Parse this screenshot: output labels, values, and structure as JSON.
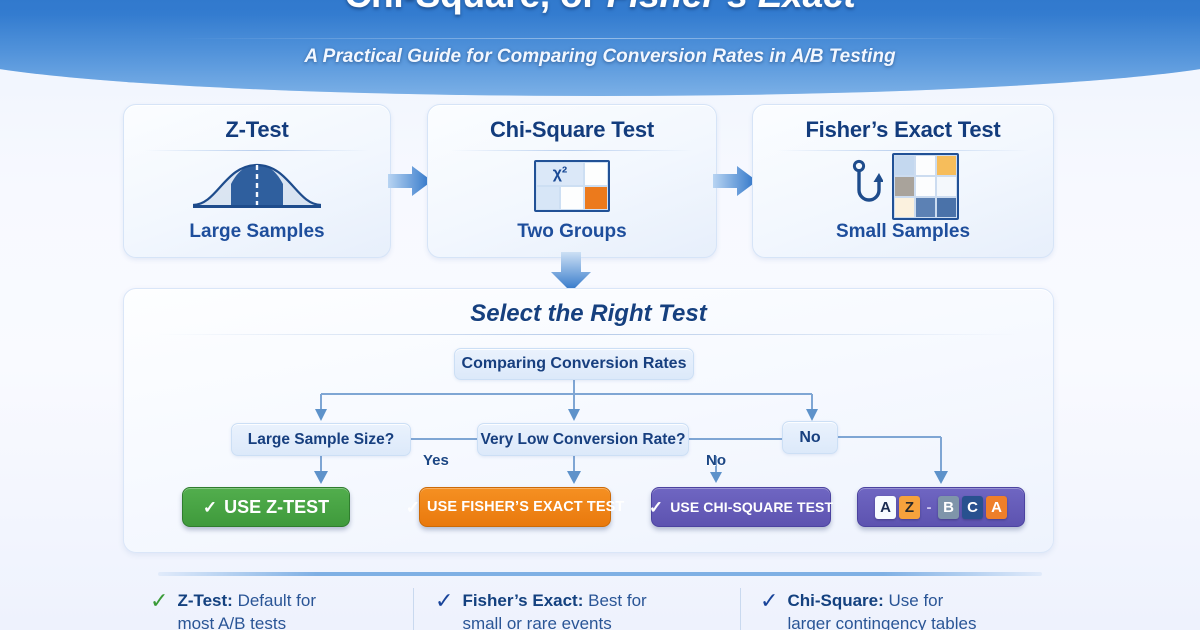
{
  "header": {
    "title_main": "Chi-Square, or ",
    "title_em": "Fisher’s Exact",
    "subtitle": "A Practical Guide for Comparing Conversion Rates in A/B Testing",
    "bg_color": "#2a72c9"
  },
  "cards": [
    {
      "title": "Z-Test",
      "label": "Large Samples",
      "icon": "bell-curve-icon"
    },
    {
      "title": "Chi-Square Test",
      "label": "Two Groups",
      "icon": "contingency-grid-icon",
      "symbol": "χ²"
    },
    {
      "title": "Fisher’s Exact Test",
      "label": "Small Samples",
      "icon": "fish-hook-grid-icon"
    }
  ],
  "flow": {
    "title": "Select the Right Test",
    "root": "Comparing Conversion Rates",
    "questions": [
      "Large Sample Size?",
      "Very Low Conversion Rate?",
      "No"
    ],
    "edge_labels": {
      "yes": "Yes",
      "no": "No"
    },
    "buttons": [
      {
        "check": "✓",
        "label": "USE Z-TEST",
        "color": "#3f9a3c"
      },
      {
        "check": "✓",
        "label": "USE FISHER’S EXACT TEST",
        "color": "#e9790d"
      },
      {
        "check": "✓",
        "label": "USE CHI-SQUARE TEST",
        "color": "#5d53b0"
      }
    ],
    "tile_button": {
      "tiles": [
        "A",
        "Z",
        "-",
        "B",
        "C",
        "A"
      ],
      "color": "#5d53b0"
    }
  },
  "footer": {
    "items": [
      {
        "check": "✓",
        "check_color": "#3a9b38",
        "term": "Z-Test:",
        "text": " Default for",
        "text2": "most A/B tests"
      },
      {
        "check": "✓",
        "check_color": "#19449a",
        "term": "Fisher’s Exact:",
        "text": " Best for",
        "text2": "small or rare events"
      },
      {
        "check": "✓",
        "check_color": "#19449a",
        "term": "Chi-Square:",
        "text": " Use for",
        "text2": "larger contingency tables"
      }
    ]
  }
}
